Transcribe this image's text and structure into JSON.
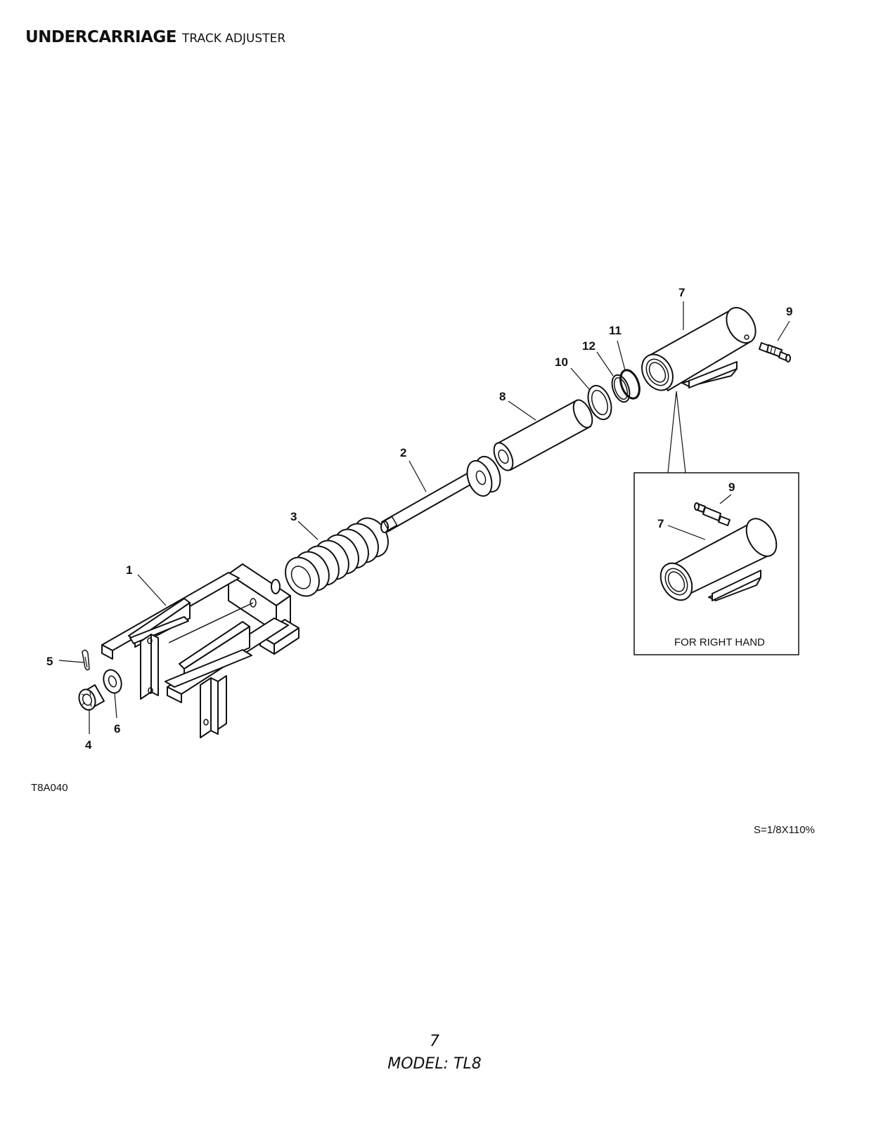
{
  "header": {
    "section": "UNDERCARRIAGE",
    "subsection": "TRACK ADJUSTER"
  },
  "figure": {
    "code": "T8A040",
    "scale": "S=1/8X110%",
    "inset_caption": "FOR RIGHT HAND",
    "callouts": {
      "c1": "1",
      "c2": "2",
      "c3": "3",
      "c4": "4",
      "c5": "5",
      "c6": "6",
      "c7": "7",
      "c8": "8",
      "c9": "9",
      "c10": "10",
      "c11": "11",
      "c12": "12",
      "inset7": "7",
      "inset9": "9"
    }
  },
  "footer": {
    "page_number": "7",
    "model": "MODEL: TL8"
  }
}
